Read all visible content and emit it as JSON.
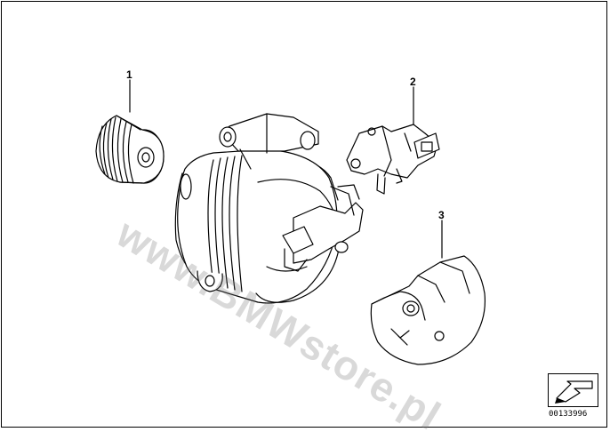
{
  "diagram": {
    "callouts": [
      {
        "id": "1",
        "label": "1"
      },
      {
        "id": "2",
        "label": "2"
      },
      {
        "id": "3",
        "label": "3"
      }
    ],
    "watermark_text": "www.BMWstore.pl",
    "document_number": "00133996",
    "colors": {
      "line": "#000000",
      "background": "#ffffff",
      "watermark": "#787878"
    },
    "icons": {
      "nav": "arrow-down-left-icon"
    }
  }
}
